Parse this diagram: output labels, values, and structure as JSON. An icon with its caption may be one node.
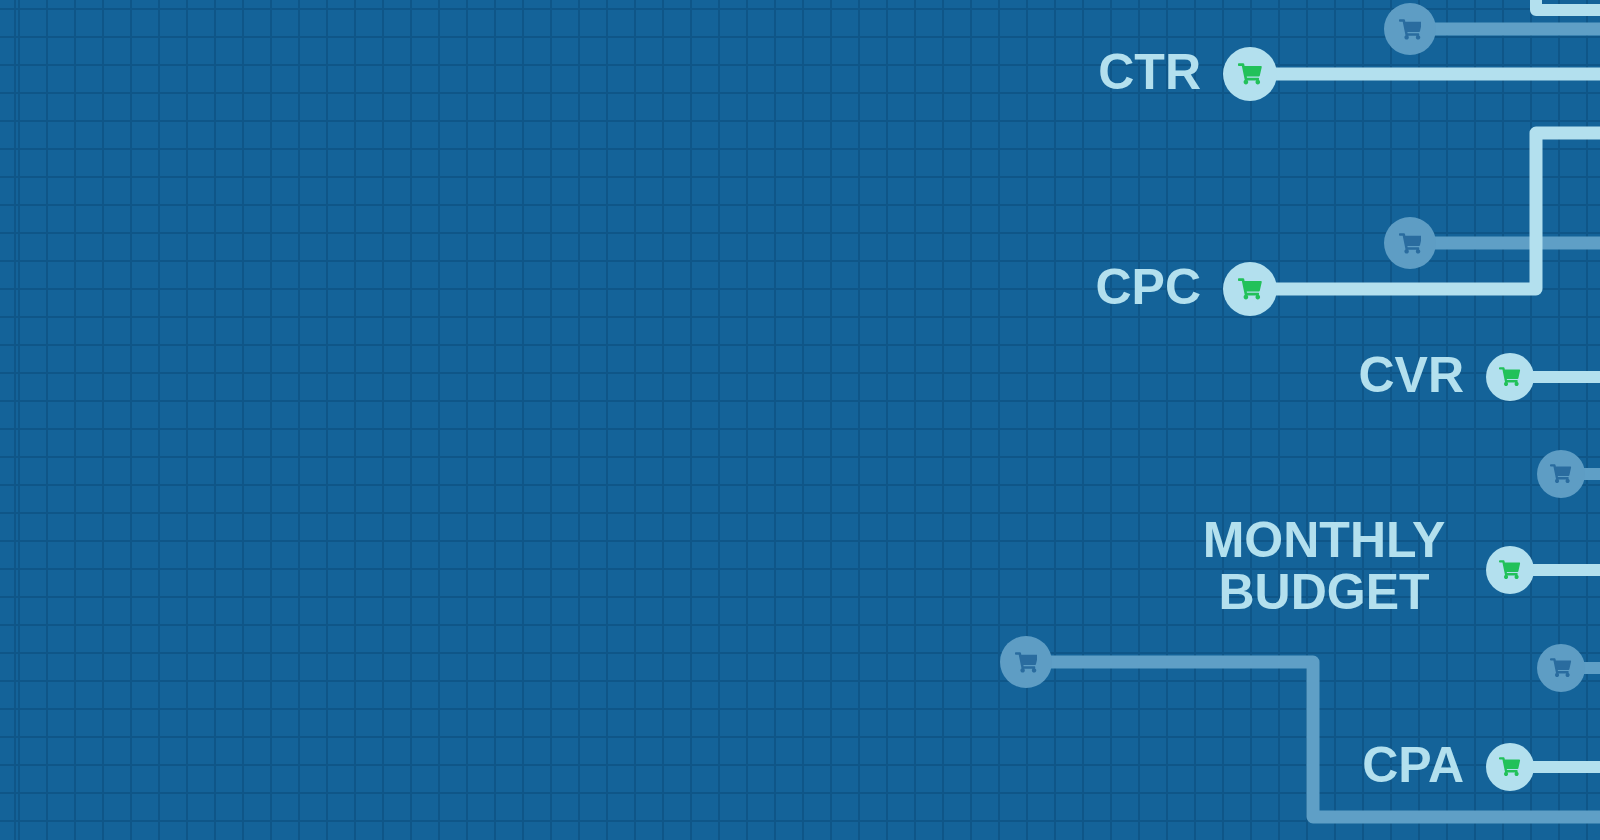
{
  "diagram": {
    "nodes": [
      {
        "text": [],
        "shape": "circle"
      },
      {
        "text": [],
        "shape": "circle",
        "beside": [
          "CTR"
        ]
      },
      {
        "text": [],
        "shape": "circle"
      },
      {
        "text": [],
        "shape": "circle",
        "beside": [
          "CPC"
        ]
      },
      {
        "text": [],
        "shape": "circle",
        "beside": [
          "CVR"
        ]
      },
      {
        "text": [],
        "shape": "circle"
      },
      {
        "text": [],
        "shape": "circle",
        "beside": [
          "MONTHLY BUDGET"
        ]
      },
      {
        "text": [],
        "shape": "circle"
      },
      {
        "text": [],
        "shape": "circle"
      },
      {
        "text": [],
        "shape": "circle",
        "beside": [
          "CPA"
        ]
      }
    ],
    "edges": [
      {
        "from": 0,
        "to": null,
        "arrow": "none",
        "color": "#5f9fc6"
      },
      {
        "from": 1,
        "to": null,
        "arrow": "none"
      },
      {
        "from": 2,
        "to": null,
        "arrow": "none",
        "color": "#5f9fc6"
      },
      {
        "from": 3,
        "to": null,
        "arrow": "none"
      },
      {
        "from": 4,
        "to": null,
        "arrow": "none"
      },
      {
        "from": 5,
        "to": null,
        "arrow": "none",
        "color": "#5f9fc6"
      },
      {
        "from": 6,
        "to": null,
        "arrow": "none"
      },
      {
        "from": 7,
        "to": null,
        "arrow": "none",
        "color": "#5f9fc6"
      },
      {
        "from": 8,
        "to": null,
        "arrow": "none",
        "color": "#5f9fc6"
      },
      {
        "from": 9,
        "to": null,
        "arrow": "none"
      }
    ]
  }
}
